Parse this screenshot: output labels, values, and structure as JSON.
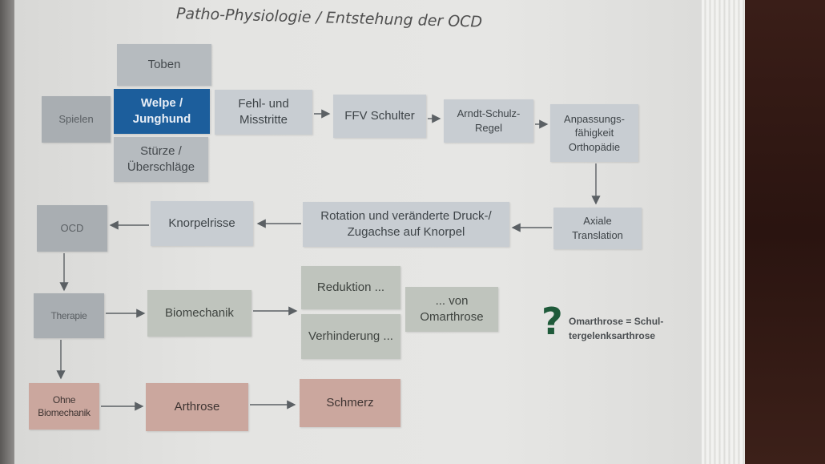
{
  "title": "Patho-Physiologie / Entstehung der OCD",
  "boxes": {
    "toben": "Toben",
    "spielen": "Spielen",
    "welpe": "Welpe / Junghund",
    "stuerze": "Stürze / Überschläge",
    "fehltritte": "Fehl- und Misstritte",
    "ffv": "FFV Schulter",
    "arndt": "Arndt-Schulz-Regel",
    "anpassung": "Anpassungs-fähigkeit Orthopädie",
    "axiale": "Axiale Translation",
    "rotation": "Rotation und veränderte Druck-/ Zugachse auf Knorpel",
    "knorpelrisse": "Knorpelrisse",
    "ocd": "OCD",
    "therapie": "Therapie",
    "biomechanik": "Biomechanik",
    "reduktion": "Reduktion ...",
    "verhinderung": "Verhinderung ...",
    "von_omarthrose": "... von Omarthrose",
    "ohne_biomechanik": "Ohne Biomechanik",
    "arthrose": "Arthrose",
    "schmerz": "Schmerz"
  },
  "note": {
    "icon": "question-mark-icon",
    "text": "Omarthrose = Schul-tergelenksarthrose"
  },
  "colors": {
    "highlight": "#1c5e9c",
    "box": "#c8cdd2",
    "therapy_box": "#bfc4bd",
    "consequence_box": "#cba79e",
    "question_mark": "#1f5a3a"
  }
}
